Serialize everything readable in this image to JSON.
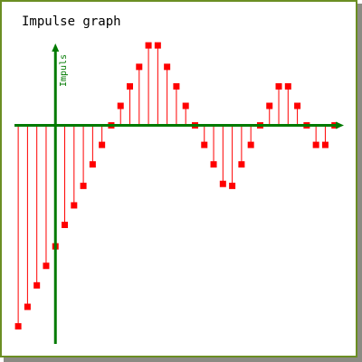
{
  "chart_data": {
    "type": "impulse",
    "title": "Impulse graph",
    "xlabel": "",
    "ylabel": "Impuls",
    "x": [
      -4,
      -3,
      -2,
      -1,
      0,
      1,
      2,
      3,
      4,
      5,
      6,
      7,
      8,
      9,
      10,
      11,
      12,
      13,
      14,
      15,
      16,
      17,
      18,
      19,
      20,
      21,
      22,
      23,
      24,
      25,
      26,
      27,
      28,
      29,
      30
    ],
    "values": [
      -10.3,
      -9.3,
      -8.2,
      -7.2,
      -6.2,
      -5.1,
      -4.1,
      -3.1,
      -2.0,
      -1.0,
      0.0,
      1.0,
      2.0,
      3.0,
      4.1,
      4.1,
      3.0,
      2.0,
      1.0,
      0.0,
      -1.0,
      -2.0,
      -3.0,
      -3.1,
      -2.0,
      -1.0,
      0.0,
      1.0,
      2.0,
      2.0,
      1.0,
      0.0,
      -1.0,
      -1.0,
      0.0
    ],
    "ylim": [
      -11.2,
      4.2
    ],
    "xlim": [
      -4.4,
      31.0
    ],
    "grid": false,
    "colors": {
      "impulse": "#ff0000",
      "axis": "#007a00",
      "frame": "#6b8e23",
      "shadow": "#8b8b83",
      "background": "#ffffff"
    }
  }
}
